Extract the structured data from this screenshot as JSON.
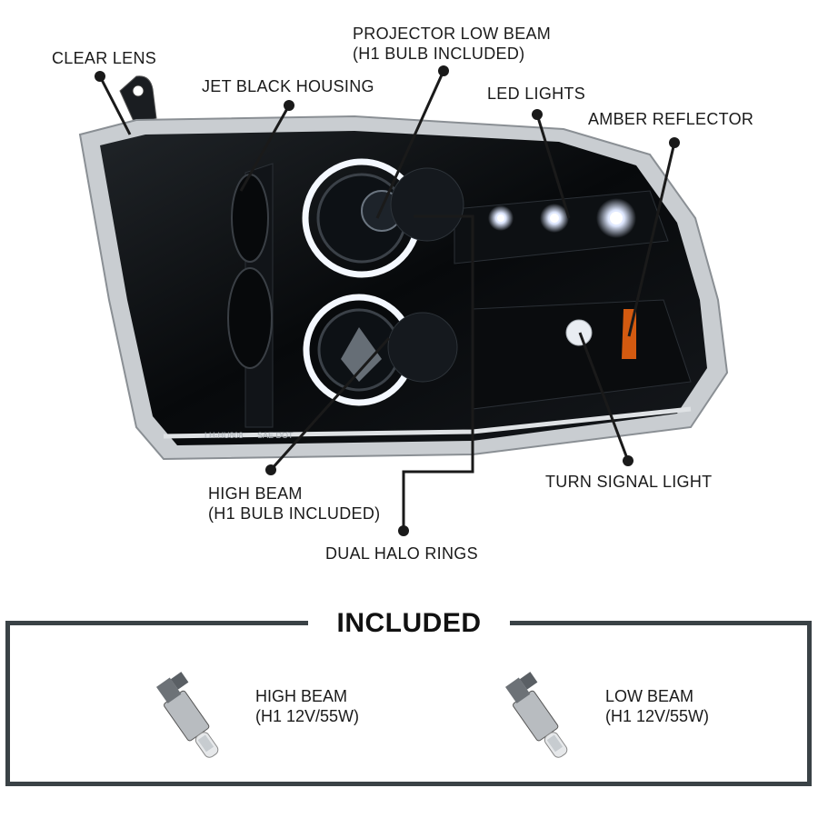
{
  "callouts": {
    "clear_lens": "CLEAR LENS",
    "jet_black_housing": "JET BLACK HOUSING",
    "projector_low_beam_line1": "PROJECTOR LOW BEAM",
    "projector_low_beam_line2": "(H1 BULB INCLUDED)",
    "led_lights": "LED LIGHTS",
    "amber_reflector": "AMBER REFLECTOR",
    "high_beam_line1": "HIGH BEAM",
    "high_beam_line2": "(H1 BULB INCLUDED)",
    "dual_halo_rings": "DUAL HALO RINGS",
    "turn_signal_light": "TURN SIGNAL LIGHT"
  },
  "lens_markings": {
    "part_code": "LH-HU808",
    "sae_dot": "SAE DOT"
  },
  "included": {
    "title": "INCLUDED",
    "bulbs": [
      {
        "label_line1": "HIGH BEAM",
        "label_line2": "(H1 12V/55W)"
      },
      {
        "label_line1": "LOW BEAM",
        "label_line2": "(H1 12V/55W)"
      }
    ]
  },
  "colors": {
    "housing": "#0b0d10",
    "chrome": "#c9cdd1",
    "halo": "#f4f8ff",
    "amber": "#d35a10",
    "frame": "#3a4246"
  },
  "icons": [
    "headlight-assembly-image",
    "h1-bulb-icon"
  ]
}
